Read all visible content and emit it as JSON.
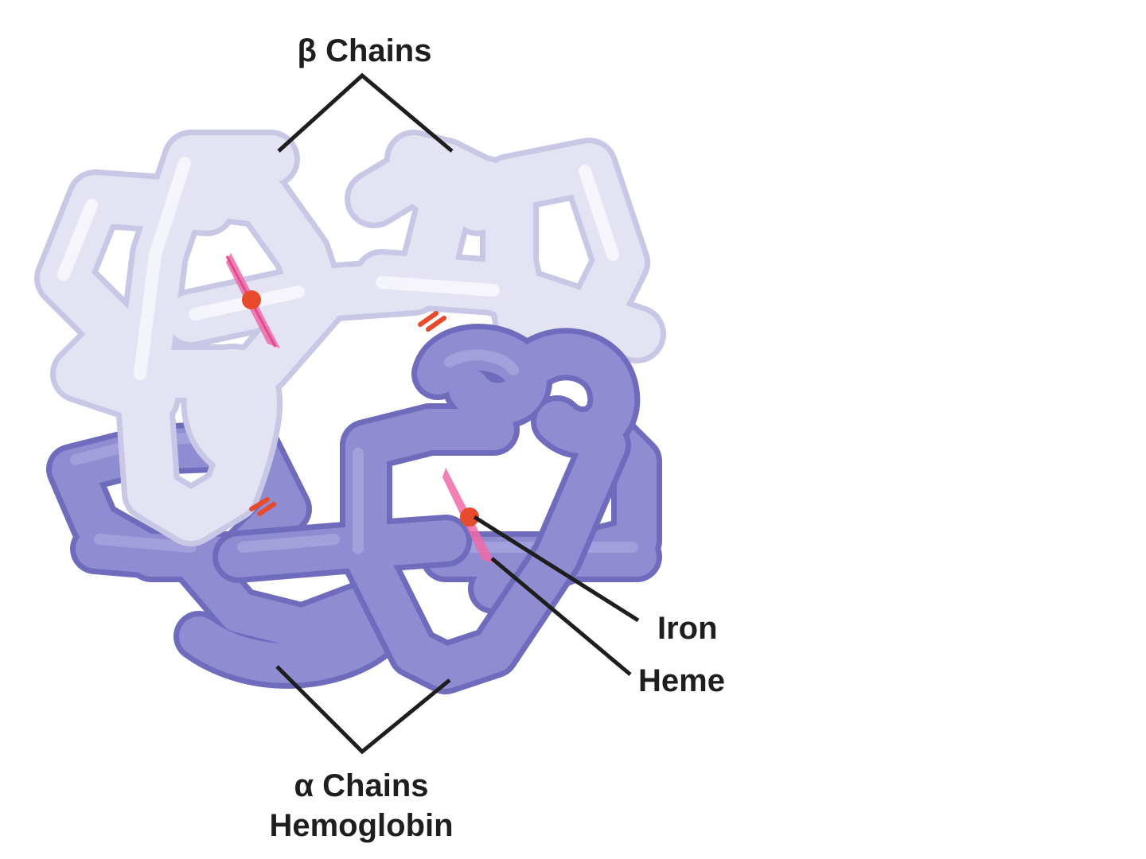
{
  "diagram": {
    "labels": {
      "beta_chains": "β Chains",
      "alpha_chains": "α Chains",
      "hemoglobin": "Hemoglobin",
      "iron": "Iron",
      "heme": "Heme"
    },
    "colors": {
      "background": "#ffffff",
      "beta_chain": "#e4e3f4",
      "beta_chain_shade": "#c9c7e6",
      "alpha_chain": "#8f8cd2",
      "alpha_chain_shade": "#6f6bbd",
      "heme": "#f06aa8",
      "iron": "#e84a2c",
      "leader_line": "#1e1e1e"
    }
  }
}
